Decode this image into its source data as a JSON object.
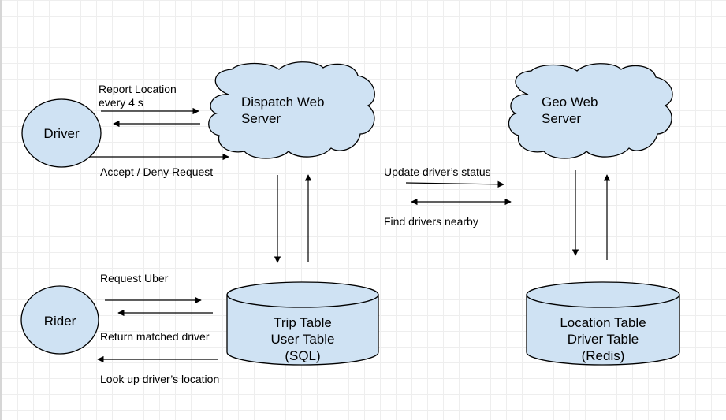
{
  "colors": {
    "shape_fill": "#cfe2f3",
    "stroke": "#000000",
    "grid": "#eeeeee"
  },
  "nodes": {
    "driver": "Driver",
    "rider": "Rider",
    "dispatch_server": [
      "Dispatch Web",
      "Server"
    ],
    "geo_server": [
      "Geo Web",
      "Server"
    ],
    "trip_db": [
      "Trip Table",
      "User Table",
      "(SQL)"
    ],
    "location_db": [
      "Location Table",
      "Driver Table",
      "(Redis)"
    ]
  },
  "labels": {
    "report_location": [
      "Report Location",
      "every 4 s"
    ],
    "accept_deny": "Accept / Deny Request",
    "update_status": "Update driver’s status",
    "find_drivers": "Find drivers nearby",
    "request_uber": "Request Uber",
    "return_matched": "Return matched driver",
    "lookup_location": "Look up driver’s location"
  }
}
